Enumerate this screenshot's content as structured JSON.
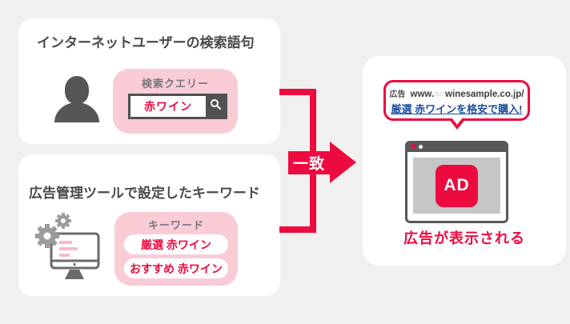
{
  "page": {
    "background": "#f0f0ef"
  },
  "colors": {
    "accent_red": "#ed0a3f",
    "panel_pink": "#f9ccd6",
    "heading_gray": "#4a4a4a",
    "label_gray": "#767678",
    "link_blue": "#1e4f9e",
    "browser_chrome": "#58585a"
  },
  "search_card": {
    "title": "インターネットユーザーの検索語句",
    "query_panel": {
      "label": "検索クエリー",
      "query_value": "赤ワイン"
    }
  },
  "keyword_card": {
    "title": "広告管理ツールで設定したキーワード",
    "keyword_panel": {
      "label": "キーワード",
      "keywords": [
        "厳選 赤ワイン",
        "おすすめ 赤ワイン"
      ]
    }
  },
  "connector": {
    "label": "一致"
  },
  "result_card": {
    "ad_preview": {
      "ad_tag": "広告",
      "url_prefix": "www.",
      "url_placeholder": "○○",
      "url_suffix": "winesample.co.jp/",
      "headline": "厳選 赤ワインを格安で購入!"
    },
    "browser": {
      "ad_badge": "AD"
    },
    "caption": "広告が表示される"
  },
  "icons": {
    "person": "person-icon",
    "magnifier": "search-icon",
    "gears": "gear-icon",
    "monitor": "monitor-icon",
    "browser_dots": [
      "browser-dot-red",
      "browser-dot-white"
    ]
  }
}
